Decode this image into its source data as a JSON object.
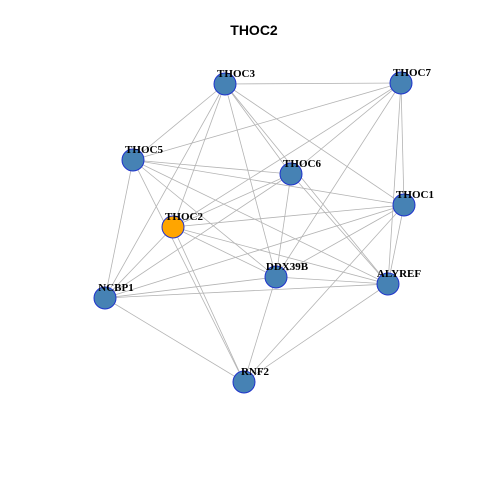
{
  "title": "THOC2",
  "colors": {
    "node_default": "#4682B4",
    "node_border": "#1F33CC",
    "node_highlight": "#FFA500",
    "edge": "#B3B3B3"
  },
  "network": {
    "nodes": [
      {
        "id": "THOC3",
        "label": "THOC3"
      },
      {
        "id": "THOC7",
        "label": "THOC7"
      },
      {
        "id": "THOC5",
        "label": "THOC5"
      },
      {
        "id": "THOC6",
        "label": "THOC6"
      },
      {
        "id": "THOC1",
        "label": "THOC1"
      },
      {
        "id": "THOC2",
        "label": "THOC2",
        "highlight": true
      },
      {
        "id": "DDX39B",
        "label": "DDX39B"
      },
      {
        "id": "ALYREF",
        "label": "ALYREF"
      },
      {
        "id": "NCBP1",
        "label": "NCBP1"
      },
      {
        "id": "RNF2",
        "label": "RNF2"
      }
    ],
    "edges": [
      [
        "THOC3",
        "THOC7"
      ],
      [
        "THOC3",
        "THOC5"
      ],
      [
        "THOC3",
        "THOC6"
      ],
      [
        "THOC3",
        "THOC1"
      ],
      [
        "THOC3",
        "THOC2"
      ],
      [
        "THOC3",
        "DDX39B"
      ],
      [
        "THOC3",
        "ALYREF"
      ],
      [
        "THOC3",
        "NCBP1"
      ],
      [
        "THOC7",
        "THOC5"
      ],
      [
        "THOC7",
        "THOC6"
      ],
      [
        "THOC7",
        "THOC1"
      ],
      [
        "THOC7",
        "THOC2"
      ],
      [
        "THOC7",
        "DDX39B"
      ],
      [
        "THOC7",
        "ALYREF"
      ],
      [
        "THOC5",
        "THOC6"
      ],
      [
        "THOC5",
        "THOC1"
      ],
      [
        "THOC5",
        "DDX39B"
      ],
      [
        "THOC5",
        "ALYREF"
      ],
      [
        "THOC5",
        "NCBP1"
      ],
      [
        "THOC5",
        "RNF2"
      ],
      [
        "THOC6",
        "THOC2"
      ],
      [
        "THOC6",
        "DDX39B"
      ],
      [
        "THOC6",
        "ALYREF"
      ],
      [
        "THOC6",
        "NCBP1"
      ],
      [
        "THOC1",
        "THOC2"
      ],
      [
        "THOC1",
        "DDX39B"
      ],
      [
        "THOC1",
        "ALYREF"
      ],
      [
        "THOC1",
        "NCBP1"
      ],
      [
        "THOC1",
        "RNF2"
      ],
      [
        "THOC2",
        "DDX39B"
      ],
      [
        "THOC2",
        "NCBP1"
      ],
      [
        "THOC2",
        "RNF2"
      ],
      [
        "THOC2",
        "ALYREF"
      ],
      [
        "DDX39B",
        "ALYREF"
      ],
      [
        "DDX39B",
        "NCBP1"
      ],
      [
        "DDX39B",
        "RNF2"
      ],
      [
        "ALYREF",
        "NCBP1"
      ],
      [
        "ALYREF",
        "RNF2"
      ],
      [
        "NCBP1",
        "RNF2"
      ]
    ]
  }
}
